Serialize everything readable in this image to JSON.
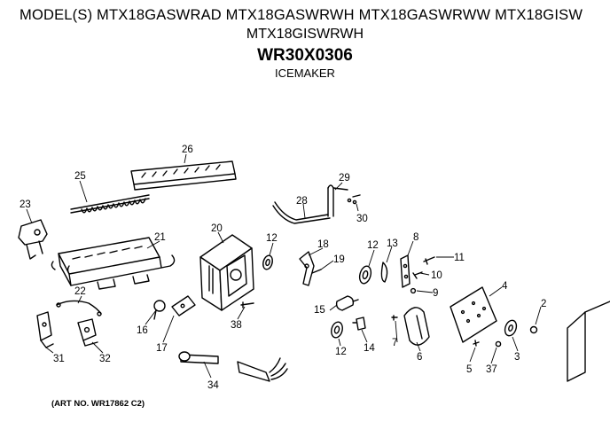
{
  "header": {
    "models_line1": "MODEL(S) MTX18GASWRAD  MTX18GASWRWH  MTX18GASWRWW  MTX18GISW",
    "models_line2": "MTX18GISWRWH",
    "part_number": "WR30X0306",
    "part_name": "ICEMAKER"
  },
  "footer": {
    "art_number": "(ART NO. WR17862 C2)"
  },
  "callouts": {
    "c2": "2",
    "c3": "3",
    "c4": "4",
    "c5": "5",
    "c6": "6",
    "c7": "7",
    "c8": "8",
    "c9": "9",
    "c10": "10",
    "c11": "11",
    "c12a": "12",
    "c12b": "12",
    "c12c": "12",
    "c13": "13",
    "c14": "14",
    "c15": "15",
    "c16": "16",
    "c17": "17",
    "c18": "18",
    "c19": "19",
    "c20": "20",
    "c21": "21",
    "c22": "22",
    "c23": "23",
    "c25": "25",
    "c26": "26",
    "c28": "28",
    "c29": "29",
    "c30": "30",
    "c31": "31",
    "c32": "32",
    "c34": "34",
    "c37": "37",
    "c38": "38"
  }
}
